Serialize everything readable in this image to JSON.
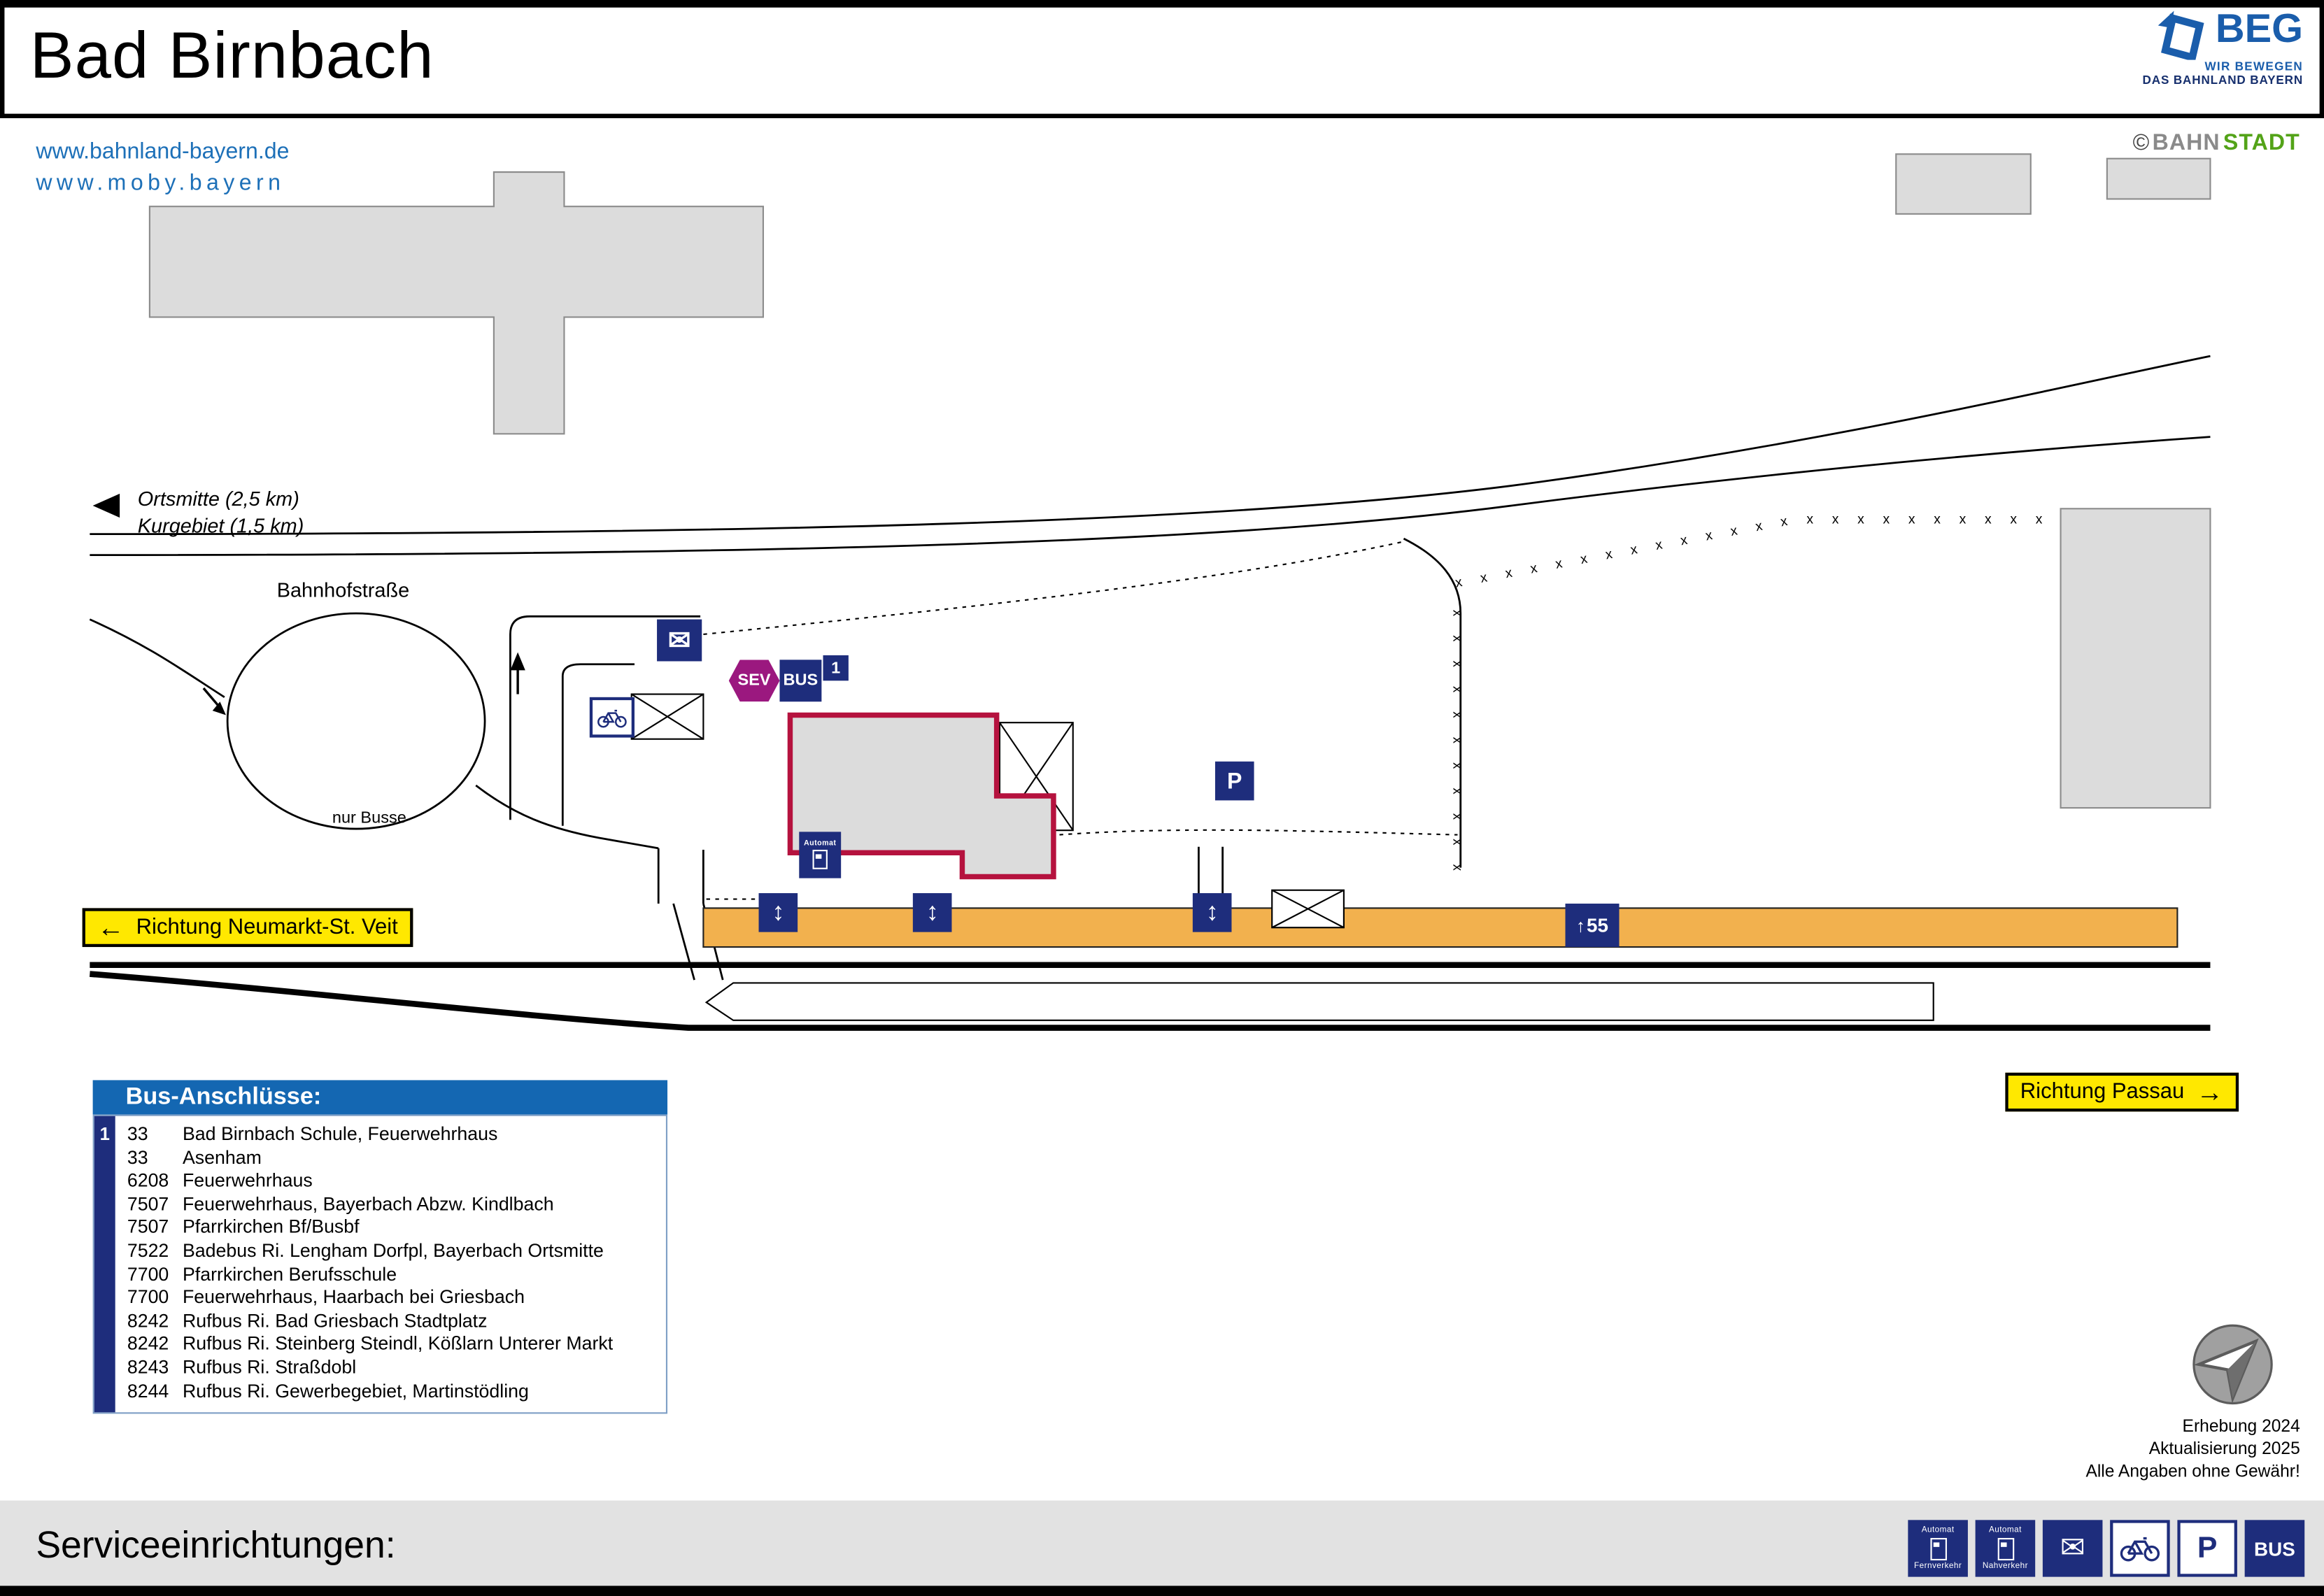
{
  "header": {
    "title": "Bad Birnbach",
    "beg": {
      "name": "BEG",
      "tagline1": "WIR BEWEGEN",
      "tagline2": "DAS BAHNLAND BAYERN"
    }
  },
  "links": {
    "line1": "www.bahnland-bayern.de",
    "line2": "www.moby.bayern"
  },
  "credit": {
    "copyright": "©",
    "bahn": "BAHN",
    "stadt": "STADT"
  },
  "map": {
    "labels": {
      "ortsmitte": "Ortsmitte (2,5 km)",
      "kurgebiet": "Kurgebiet (1,5 km)",
      "bahnhofstrasse": "Bahnhofstraße",
      "nur_busse": "nur Busse"
    },
    "signs": {
      "neumarkt": "Richtung Neumarkt-St. Veit",
      "passau": "Richtung Passau"
    },
    "icons": {
      "sev": "SEV",
      "bus": "BUS",
      "parking": "P",
      "automat": "Automat",
      "platform_sign": "55",
      "mail_glyph": "✉",
      "access_glyph": "↕",
      "arrow_left_glyph": "←",
      "arrow_right_glyph": "→",
      "arrow_up_glyph": "↑"
    }
  },
  "bus_panel": {
    "title": "Bus-Anschlüsse:",
    "stop_number": "1",
    "connections": [
      {
        "line": "33",
        "dest": "Bad Birnbach Schule, Feuerwehrhaus"
      },
      {
        "line": "33",
        "dest": "Asenham"
      },
      {
        "line": "6208",
        "dest": "Feuerwehrhaus"
      },
      {
        "line": "7507",
        "dest": "Feuerwehrhaus, Bayerbach Abzw. Kindlbach"
      },
      {
        "line": "7507",
        "dest": "Pfarrkirchen Bf/Busbf"
      },
      {
        "line": "7522",
        "dest": "Badebus Ri. Lengham Dorfpl, Bayerbach Ortsmitte"
      },
      {
        "line": "7700",
        "dest": "Pfarrkirchen Berufsschule"
      },
      {
        "line": "7700",
        "dest": "Feuerwehrhaus, Haarbach bei Griesbach"
      },
      {
        "line": "8242",
        "dest": "Rufbus Ri. Bad Griesbach Stadtplatz"
      },
      {
        "line": "8242",
        "dest": "Rufbus Ri. Steinberg Steindl, Kößlarn Unterer Markt"
      },
      {
        "line": "8243",
        "dest": "Rufbus Ri. Straßdobl"
      },
      {
        "line": "8244",
        "dest": "Rufbus Ri. Gewerbegebiet, Martinstödling"
      }
    ]
  },
  "survey": {
    "line1": "Erhebung 2024",
    "line2": "Aktualisierung 2025",
    "line3": "Alle Angaben ohne Gewähr!"
  },
  "footer": {
    "title": "Serviceeinrichtungen:",
    "icons": [
      {
        "name": "automat-fernverkehr",
        "top": "Automat",
        "bottom": "Fernverkehr"
      },
      {
        "name": "automat-nahverkehr",
        "top": "Automat",
        "bottom": "Nahverkehr"
      },
      {
        "name": "mail"
      },
      {
        "name": "bike"
      },
      {
        "name": "parking",
        "label": "P"
      },
      {
        "name": "bus",
        "label": "BUS"
      }
    ]
  },
  "colors": {
    "navy": "#1e2d7c",
    "panel_blue": "#1467b2",
    "sev_purple": "#9b187f",
    "platform_orange": "#f2b14e",
    "sign_yellow": "#ffe800",
    "building_red": "#b5123e",
    "link_blue": "#1d70b8",
    "stadt_green": "#53a318",
    "building_gray": "#dcdcdc"
  }
}
